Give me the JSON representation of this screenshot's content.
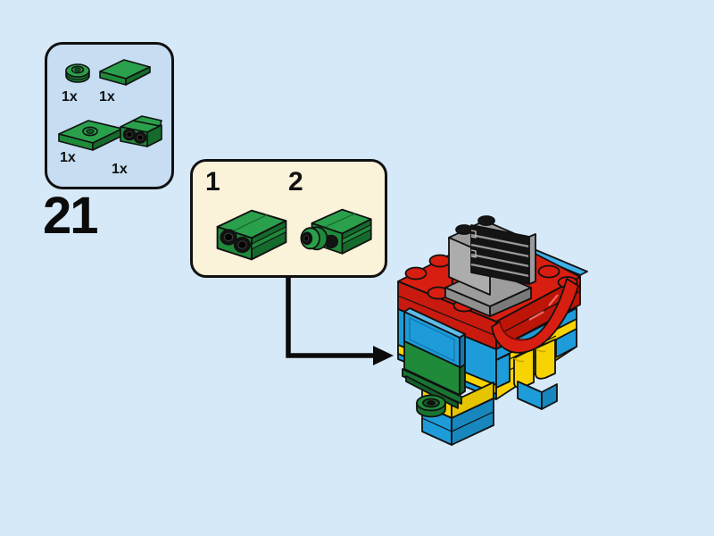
{
  "page": {
    "background_color": "#D6E9F8",
    "type": "lego-building-instruction-step"
  },
  "step": {
    "number": "21"
  },
  "parts_callout": {
    "background_color": "#C6DDF2",
    "parts": [
      {
        "icon": "green-round-plate-1x1-icon",
        "qty": "1x"
      },
      {
        "icon": "green-tile-1x2-icon",
        "qty": "1x"
      },
      {
        "icon": "green-plate-1x2-one-stud-icon",
        "qty": "1x"
      },
      {
        "icon": "green-bracket-1x2-icon",
        "qty": "1x"
      }
    ]
  },
  "substep_callout": {
    "background_color": "#FBF3D9",
    "steps": [
      {
        "label": "1",
        "icon": "green-bracket-tile-assembly-icon"
      },
      {
        "label": "2",
        "icon": "green-bracket-round-plate-assembly-icon"
      }
    ]
  },
  "model": {
    "description": "partially built brick figure",
    "colors": {
      "red": "#D81E10",
      "blue": "#1E9CD9",
      "yellow": "#F8D302",
      "green": "#1F8A3A",
      "gray_light": "#ACACAC",
      "gray_mid": "#8F8F8F",
      "grille_black": "#141414",
      "outline": "#111111"
    }
  }
}
